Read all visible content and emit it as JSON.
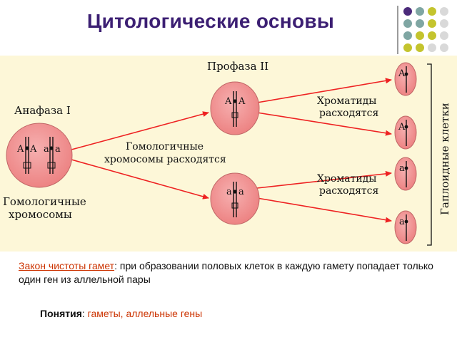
{
  "title": "Цитологические основы",
  "decor_colors": [
    "#4b2a7a",
    "#7fa6a3",
    "#c4c42e",
    "#d9d9d9"
  ],
  "diagram": {
    "label_anaphase": "Анафаза I",
    "label_prophase": "Профаза II",
    "label_homologous_diverge_1": "Гомологичные",
    "label_homologous_diverge_2": "хромосомы расходятся",
    "label_chromatids_1": "Хроматиды",
    "label_chromatids_2": "расходятся",
    "label_homologous_chr_1": "Гомологичные",
    "label_homologous_chr_2": "хромосомы",
    "label_haploid": "Гаплоидные клетки",
    "allele_dominant": "A",
    "allele_recessive": "a",
    "cell_fill": "#f08f8f",
    "arrow_color": "#ee2222"
  },
  "caption": {
    "term": "Закон чистоты гамет",
    "text": ": при образовании половых клеток в каждую гамету попадает только один ген из аллельной пары"
  },
  "concepts": {
    "label": "Понятия",
    "sep": ": ",
    "values": "гаметы, аллельные гены"
  }
}
